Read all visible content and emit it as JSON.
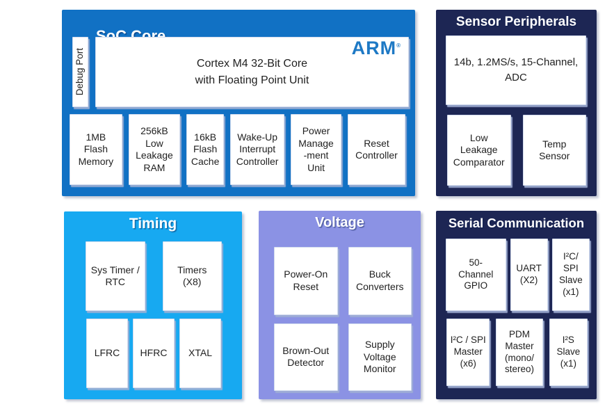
{
  "diagram": {
    "type": "soc-block-diagram",
    "colors": {
      "soc_core_bg": "#1171c4",
      "dark_navy_bg": "#1d2654",
      "timing_bg": "#17a9f1",
      "voltage_bg": "#8b92e4",
      "arm_logo_blue": "#1e79c5",
      "box_bg": "#ffffff",
      "title_text": "#ffffff",
      "box_text": "#1f1f1f"
    },
    "soc_core": {
      "title": "SoC Core",
      "debug_port": "Debug Port",
      "cortex": "Cortex M4 32-Bit Core\nwith Floating Point Unit",
      "arm_logo": "ARM",
      "arm_trademark": "®",
      "modules": [
        "1MB\nFlash\nMemory",
        "256kB\nLow\nLeakage\nRAM",
        "16kB\nFlash\nCache",
        "Wake-Up\nInterrupt\nController",
        "Power\nManage\n-ment\nUnit",
        "Reset\nController"
      ]
    },
    "sensor_peripherals": {
      "title": "Sensor Peripherals",
      "adc": "14b, 1.2MS/s, 15-Channel,\nADC",
      "modules": [
        "Low\nLeakage\nComparator",
        "Temp\nSensor"
      ]
    },
    "timing": {
      "title": "Timing",
      "row1": [
        "Sys Timer /\nRTC",
        "Timers\n(X8)"
      ],
      "row2": [
        "LFRC",
        "HFRC",
        "XTAL"
      ]
    },
    "voltage": {
      "title": "Voltage",
      "modules": [
        "Power-On\nReset",
        "Buck\nConverters",
        "Brown-Out\nDetector",
        "Supply\nVoltage\nMonitor"
      ]
    },
    "serial_communication": {
      "title": "Serial Communication",
      "row1": [
        "50-\nChannel\nGPIO",
        "UART\n(X2)",
        "I²C/\nSPI\nSlave\n(x1)"
      ],
      "row2": [
        "I²C / SPI\nMaster\n(x6)",
        "PDM\nMaster\n(mono/\nstereo)",
        "I²S\nSlave\n(x1)"
      ]
    }
  }
}
